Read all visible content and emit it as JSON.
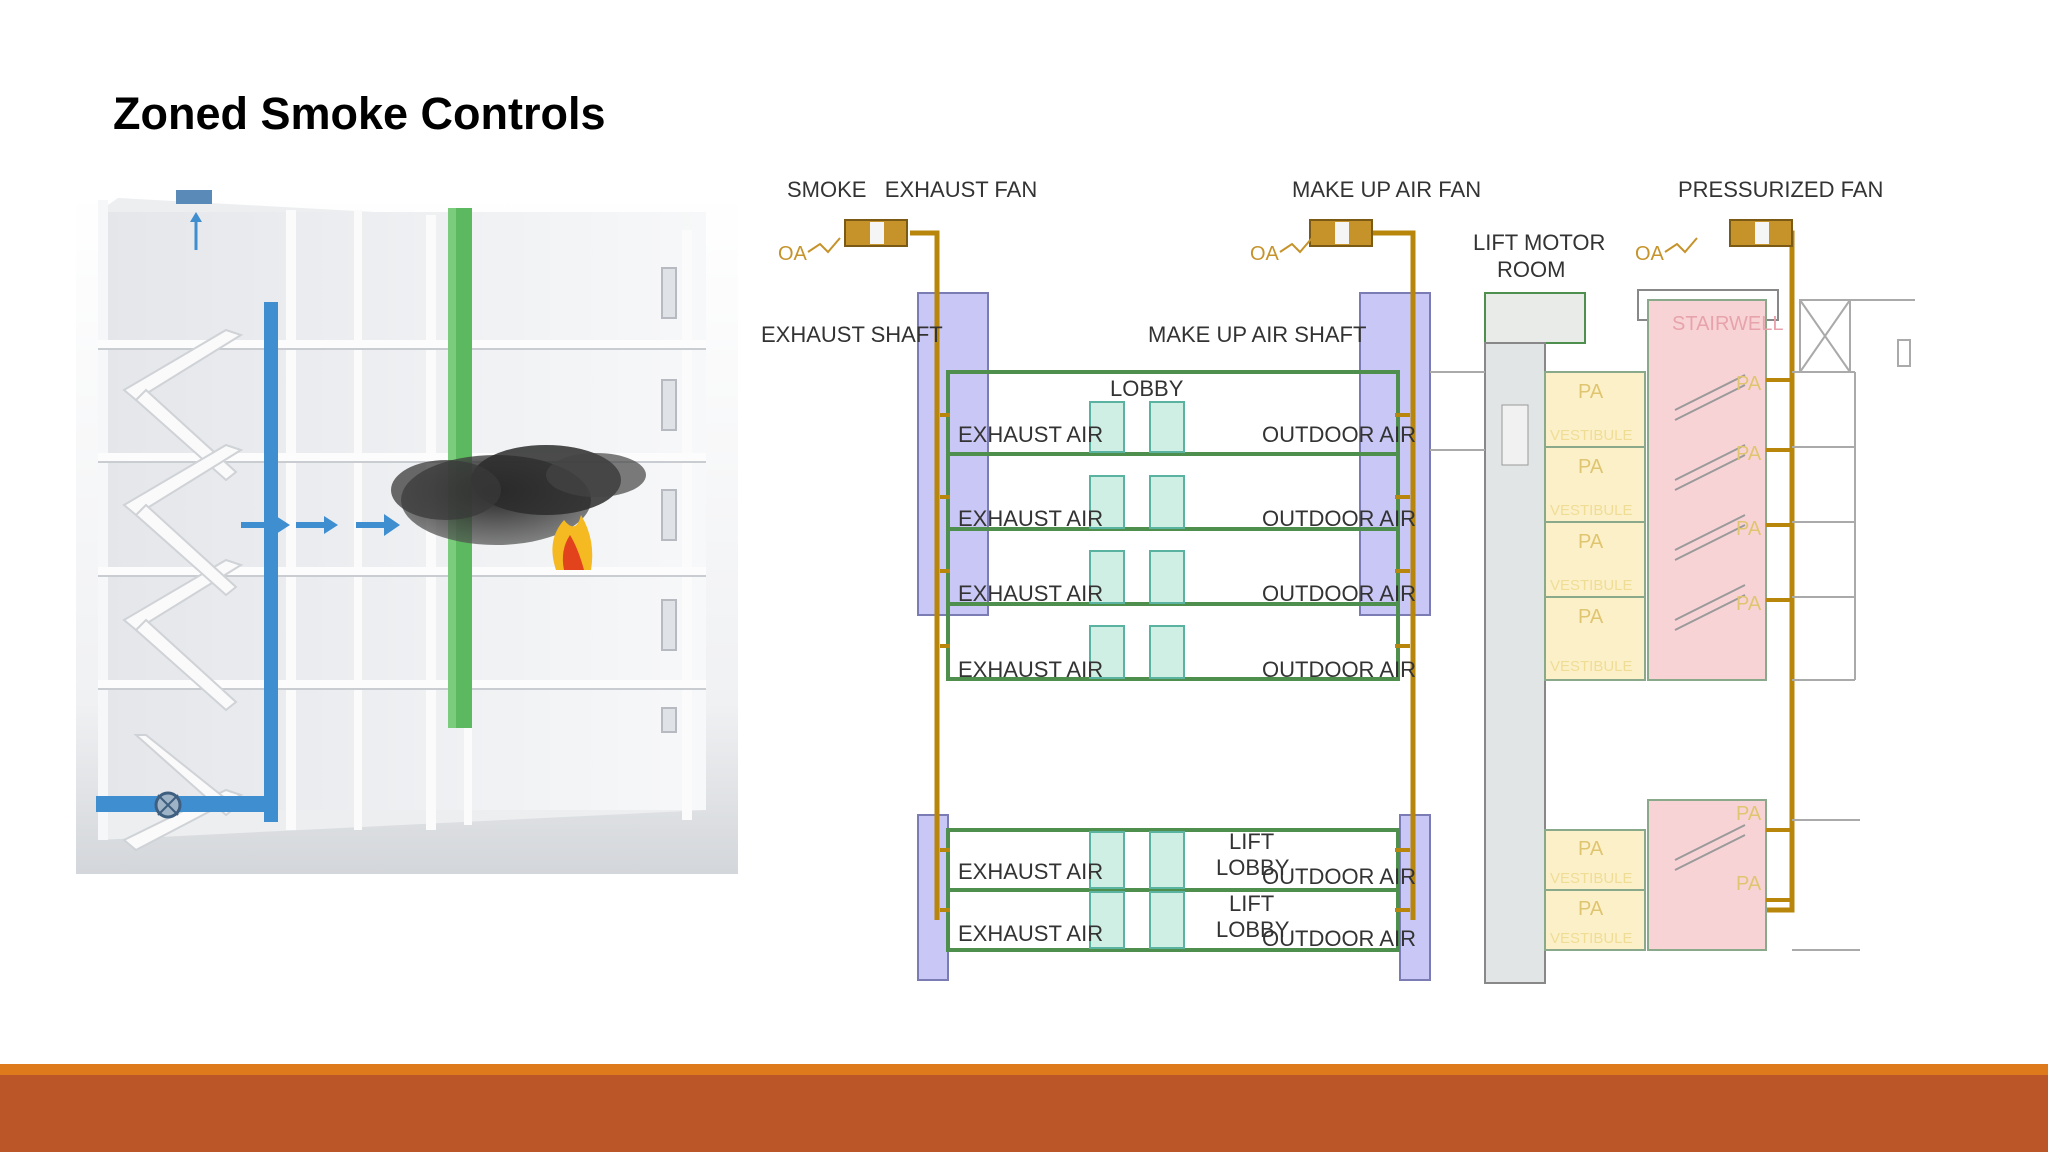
{
  "slide": {
    "title": "Zoned Smoke Controls"
  },
  "schematic": {
    "smoke_exhaust_fan": "SMOKE   EXHAUST FAN",
    "make_up_air_fan": "MAKE UP AIR FAN",
    "pressurized_fan": "PRESSURIZED FAN",
    "oa": "OA",
    "exhaust_shaft": "EXHAUST SHAFT",
    "make_up_air_shaft": "MAKE UP AIR SHAFT",
    "lift_motor_room_line1": "LIFT MOTOR",
    "lift_motor_room_line2": "ROOM",
    "stairwell": "STAIRWELL",
    "lobby": "LOBBY",
    "exhaust_air": "EXHAUST AIR",
    "outdoor_air": "OUTDOOR AIR",
    "lift": "LIFT",
    "lobby_short": "LOBBY",
    "pa": "PA",
    "vestibule": "VESTIBULE"
  },
  "colors": {
    "footer_strip": "#DF7A1C",
    "footer_bar": "#BB5628",
    "duct_brown": "#B8860B",
    "floor_green": "#4E8F4E",
    "shaft_purple": "#C9C7F5",
    "stair_pink": "#F8D3D6",
    "vestibule_yellow": "#FBF0C8",
    "exhaust_blue": "#3E8ED0",
    "supply_green": "#5DB95F"
  }
}
